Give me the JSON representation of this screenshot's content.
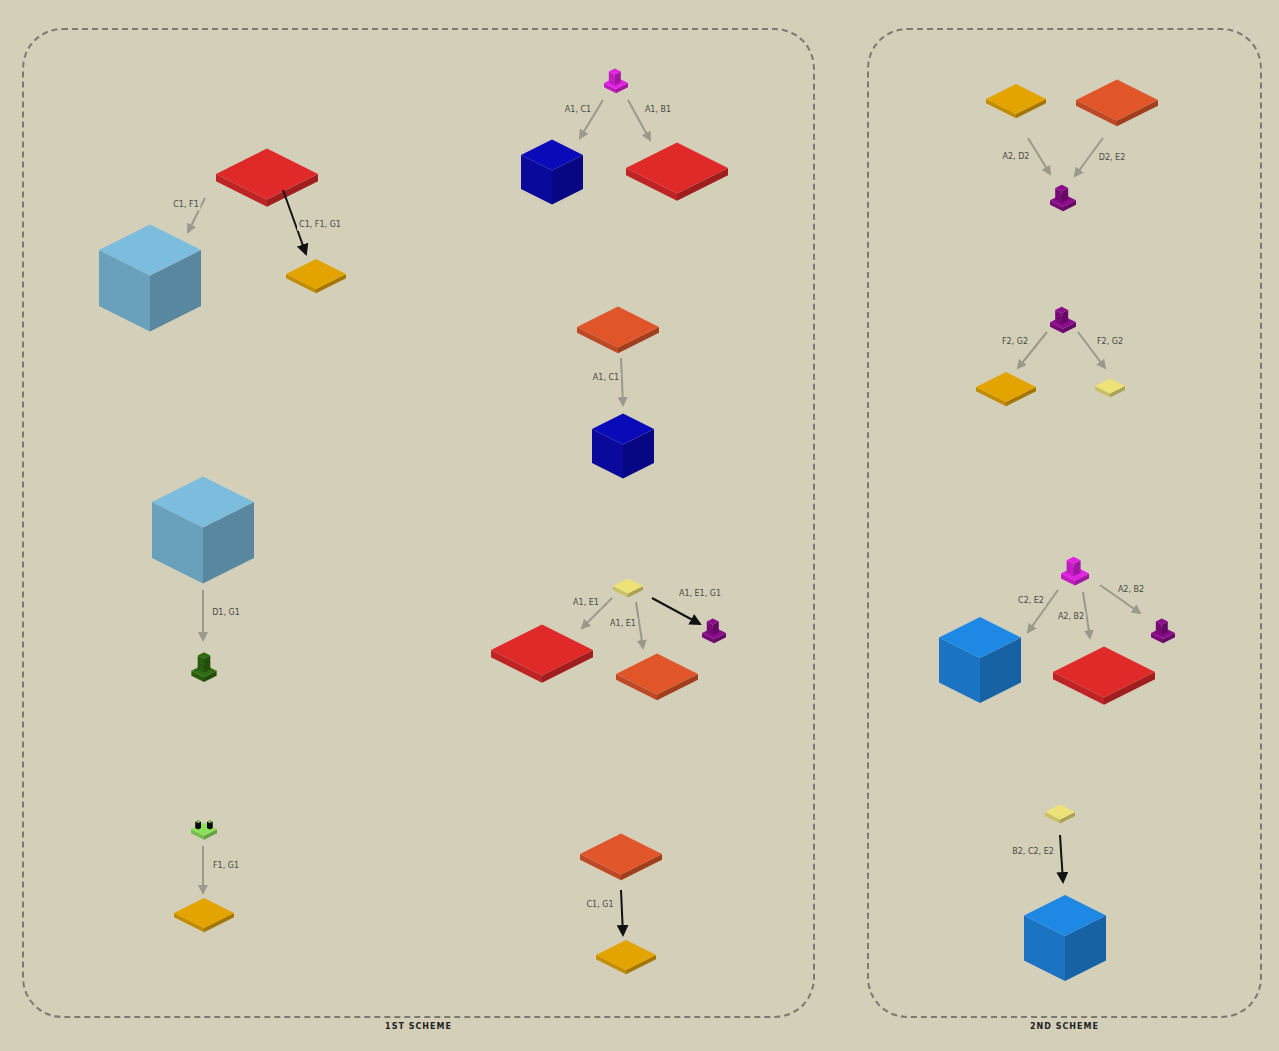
{
  "diagram": {
    "nodes": [
      {
        "text": [
          "1ST SCHEME"
        ]
      },
      {
        "text": [
          "2ND SCHEME"
        ]
      }
    ],
    "labels": [
      "C1, F1",
      "C1, F1, G1",
      "A1, C1",
      "A1, B1",
      "A1, C1",
      "D1, G1",
      "A1, E1",
      "A1, E1, G1",
      "A1, E1",
      "F1, G1",
      "C1, G1",
      "A2, D2",
      "D2, E2",
      "F2, G2",
      "F2, G2",
      "C2, E2",
      "A2, B2",
      "A2, B2",
      "B2, C2, E2"
    ]
  }
}
